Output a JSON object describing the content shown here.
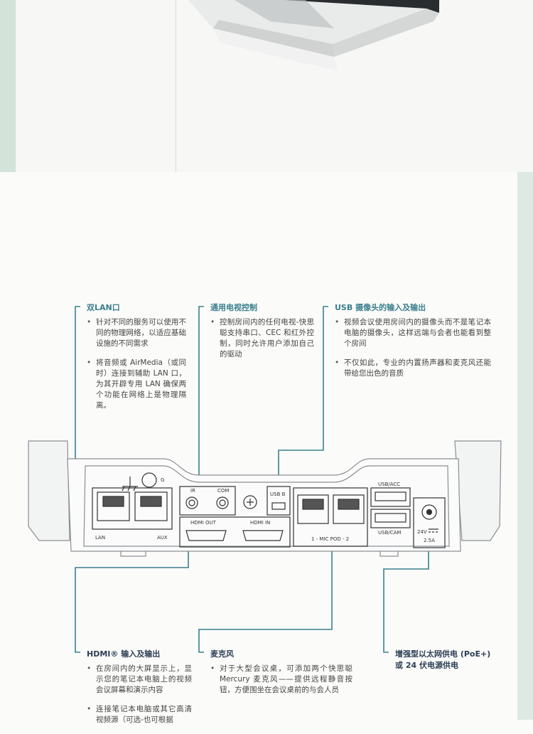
{
  "sections": {
    "dual_lan": {
      "title": "双LAN口",
      "bullets": [
        "针对不同的服务可以使用不同的物理网络，以适应基础设施的不同需求",
        "将音频或 AirMedia（或同时）连接到辅助 LAN 口，为其开辟专用 LAN 确保两个功能在网络上是物理隔离。"
      ]
    },
    "tv_control": {
      "title": "通用电视控制",
      "bullets": [
        "控制房间内的任何电视-快思聪支持串口、CEC 和红外控制，同时允许用户添加自己的驱动"
      ]
    },
    "usb_camera": {
      "title": "USB 摄像头的输入及输出",
      "bullets": [
        "视频会议使用房间内的摄像头而不是笔记本电脑的摄像头，这样远端与会者也能看到整个房间",
        "不仅如此，专业的内置扬声器和麦克风还能带给您出色的音质"
      ]
    },
    "hdmi": {
      "title": "HDMI® 输入及输出",
      "bullets": [
        "在房间内的大屏显示上，显示您的笔记本电脑上的视频会议屏幕和演示内容",
        "连接笔记本电脑或其它高清视频源（可选-也可根据"
      ]
    },
    "mic": {
      "title": "麦克风",
      "bullets": [
        "对于大型会议桌，可添加两个快思聪 Mercury 麦克风——提供远程静音按钮，方便围坐在会议桌前的与会人员"
      ]
    },
    "power": {
      "title_line1": "增强型以太网供电 (PoE+)",
      "title_line2": "或 24 伏电源供电"
    }
  },
  "device_labels": {
    "ground": "G",
    "lan": "LAN",
    "aux": "AUX",
    "ir": "IR",
    "com": "COM",
    "usb_b": "USB B",
    "hdmi_out": "HDMI OUT",
    "hdmi_in": "HDMI IN",
    "mic_pod": "1 - MIC POD - 2",
    "usb_acc": "USB/ACC",
    "usb_cam": "USB/CAM",
    "power_v": "24V",
    "power_a": "2.5A"
  },
  "colors": {
    "accent": "#3b7f8c",
    "heading_dark": "#2d3f55",
    "side_strip": "#d3e3d9"
  }
}
